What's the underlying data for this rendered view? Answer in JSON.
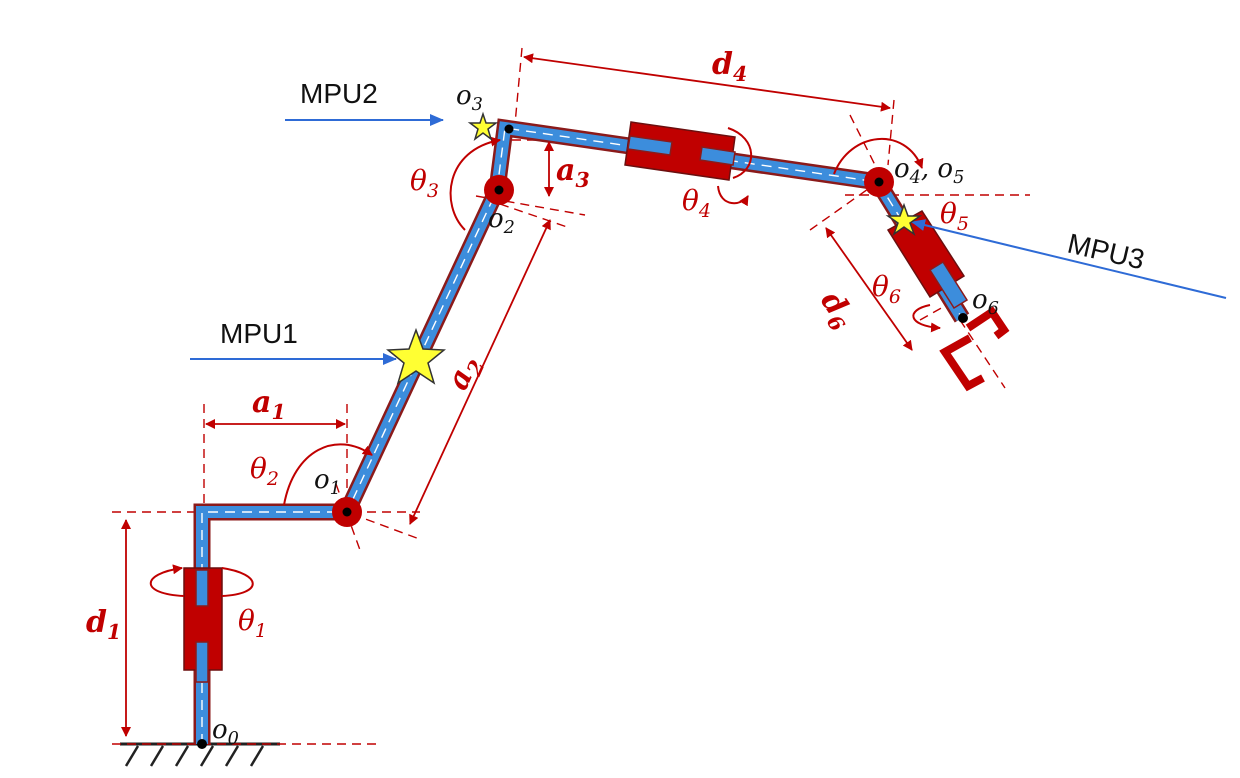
{
  "colors": {
    "link_fill": "#3c8ddc",
    "link_outline": "#8b1a1a",
    "joint": "#c00000",
    "dimension": "#c00000",
    "arrow": "#2e6bd6",
    "star": "#ffff33"
  },
  "sensors": {
    "mpu1": "MPU1",
    "mpu2": "MPU2",
    "mpu3": "MPU3"
  },
  "frames": {
    "o0": {
      "base": "o",
      "sub": "0"
    },
    "o1": {
      "base": "o",
      "sub": "1"
    },
    "o2": {
      "base": "o",
      "sub": "2"
    },
    "o3": {
      "base": "o",
      "sub": "3"
    },
    "o45": {
      "base": "o",
      "sub": "4",
      "sep": ", o",
      "sub2": "5"
    },
    "o6": {
      "base": "o",
      "sub": "6"
    }
  },
  "angles": {
    "theta1": {
      "base": "θ",
      "sub": "1"
    },
    "theta2": {
      "base": "θ",
      "sub": "2"
    },
    "theta3": {
      "base": "θ",
      "sub": "3"
    },
    "theta4": {
      "base": "θ",
      "sub": "4"
    },
    "theta5": {
      "base": "θ",
      "sub": "5"
    },
    "theta6": {
      "base": "θ",
      "sub": "6"
    }
  },
  "dimensions": {
    "d1": {
      "base": "d",
      "sub": "1"
    },
    "a1": {
      "base": "a",
      "sub": "1"
    },
    "a2": {
      "base": "a",
      "sub": "2"
    },
    "a3": {
      "base": "a",
      "sub": "3"
    },
    "d4": {
      "base": "d",
      "sub": "4"
    },
    "d6": {
      "base": "d",
      "sub": "6"
    }
  }
}
